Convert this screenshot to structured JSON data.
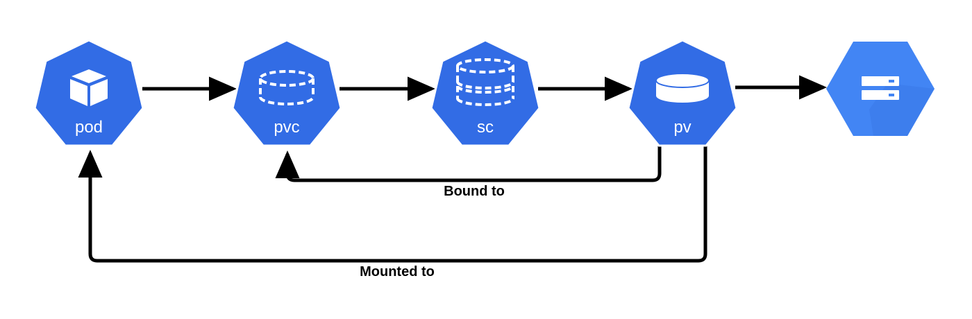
{
  "diagram": {
    "colors": {
      "kube_blue": "#326ce5",
      "gcp_blue": "#4285f4",
      "gcp_shadow": "#3b78e7",
      "icon_white": "#ffffff",
      "line": "#000000",
      "background": "#ffffff"
    },
    "nodes": [
      {
        "id": "pod",
        "label": "pod",
        "icon": "cube-icon"
      },
      {
        "id": "pvc",
        "label": "pvc",
        "icon": "dashed-cylinder-icon"
      },
      {
        "id": "sc",
        "label": "sc",
        "icon": "stacked-dashed-cylinder-icon"
      },
      {
        "id": "pv",
        "label": "pv",
        "icon": "cylinder-icon"
      },
      {
        "id": "storage",
        "label": "",
        "icon": "server-storage-icon"
      }
    ],
    "edges": [
      {
        "from": "pod",
        "to": "pvc",
        "label": ""
      },
      {
        "from": "pvc",
        "to": "sc",
        "label": ""
      },
      {
        "from": "sc",
        "to": "pv",
        "label": ""
      },
      {
        "from": "pv",
        "to": "storage",
        "label": ""
      },
      {
        "from": "pv",
        "to": "pvc",
        "label": "Bound to"
      },
      {
        "from": "pv",
        "to": "pod",
        "label": "Mounted to"
      }
    ]
  }
}
